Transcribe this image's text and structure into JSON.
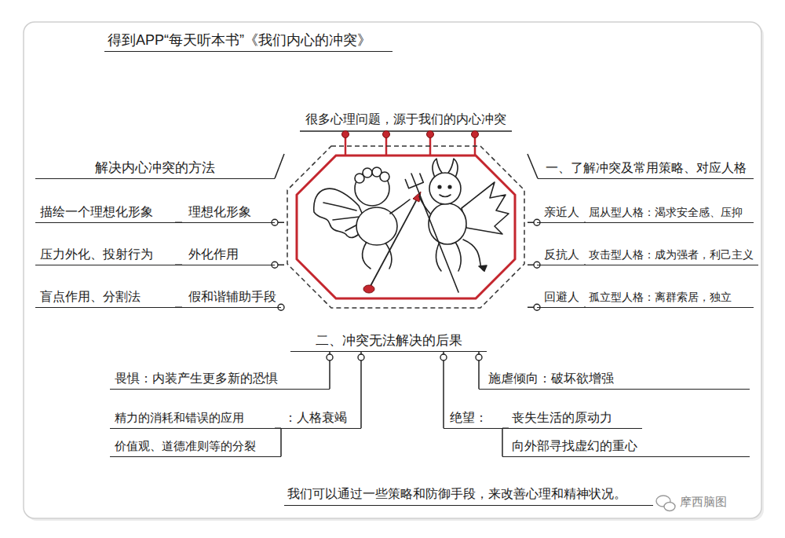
{
  "diagram": {
    "title": "得到APP“每天听本书”《我们内心的冲突》",
    "caption": "我们可以通过一些策略和防御手段，来改善心理和精神状况。",
    "nodes": [
      {
        "text": [
          "很多心理问题，源于我们的内心冲突"
        ]
      },
      {
        "text": [
          "解决内心冲突的方法"
        ]
      },
      {
        "text": [
          "描绘一个理想化形象"
        ]
      },
      {
        "text": [
          "理想化形象"
        ]
      },
      {
        "text": [
          "压力外化、投射行为"
        ]
      },
      {
        "text": [
          "外化作用"
        ]
      },
      {
        "text": [
          "盲点作用、分割法"
        ]
      },
      {
        "text": [
          "假和谐辅助手段"
        ]
      },
      {
        "text": [
          "一、了解冲突及常用策略、对应人格"
        ]
      },
      {
        "text": [
          "亲近人"
        ]
      },
      {
        "text": [
          "屈从型人格：渴求安全感、压抑"
        ]
      },
      {
        "text": [
          "反抗人"
        ]
      },
      {
        "text": [
          "攻击型人格：成为强者，利己主义"
        ]
      },
      {
        "text": [
          "回避人"
        ]
      },
      {
        "text": [
          "孤立型人格：离群索居，独立"
        ]
      },
      {
        "text": [
          "二、冲突无法解决的后果"
        ]
      },
      {
        "text": [
          "畏惧：内装产生更多新的恐惧"
        ]
      },
      {
        "text": [
          "精力的消耗和错误的应用"
        ]
      },
      {
        "text": [
          "：人格衰竭"
        ]
      },
      {
        "text": [
          "价值观、道德准则等的分裂"
        ]
      },
      {
        "text": [
          "施虐倾向：破坏欲增强"
        ]
      },
      {
        "text": [
          "绝望："
        ]
      },
      {
        "text": [
          "丧失生活的原动力"
        ]
      },
      {
        "text": [
          "向外部寻找虚幻的重心"
        ]
      }
    ],
    "edges": [
      {
        "from": 0,
        "to": 1,
        "arrow": "none"
      },
      {
        "from": 0,
        "to": 8,
        "arrow": "none"
      },
      {
        "from": 0,
        "to": 3,
        "arrow": "none"
      },
      {
        "from": 3,
        "to": 2,
        "arrow": "none"
      },
      {
        "from": 0,
        "to": 5,
        "arrow": "none"
      },
      {
        "from": 5,
        "to": 4,
        "arrow": "none"
      },
      {
        "from": 0,
        "to": 7,
        "arrow": "none"
      },
      {
        "from": 7,
        "to": 6,
        "arrow": "none"
      },
      {
        "from": 0,
        "to": 9,
        "arrow": "none"
      },
      {
        "from": 9,
        "to": 10,
        "arrow": "none"
      },
      {
        "from": 0,
        "to": 11,
        "arrow": "none"
      },
      {
        "from": 11,
        "to": 12,
        "arrow": "none"
      },
      {
        "from": 0,
        "to": 13,
        "arrow": "none"
      },
      {
        "from": 13,
        "to": 14,
        "arrow": "none"
      },
      {
        "from": 15,
        "to": 16,
        "arrow": "none"
      },
      {
        "from": 15,
        "to": 18,
        "arrow": "none"
      },
      {
        "from": 18,
        "to": 17,
        "arrow": "none"
      },
      {
        "from": 18,
        "to": 19,
        "arrow": "none"
      },
      {
        "from": 15,
        "to": 20,
        "arrow": "none"
      },
      {
        "from": 15,
        "to": 21,
        "arrow": "none"
      },
      {
        "from": 21,
        "to": 22,
        "arrow": "none"
      },
      {
        "from": 21,
        "to": 23,
        "arrow": "none"
      }
    ],
    "labels": [
      "摩西脑图"
    ]
  }
}
